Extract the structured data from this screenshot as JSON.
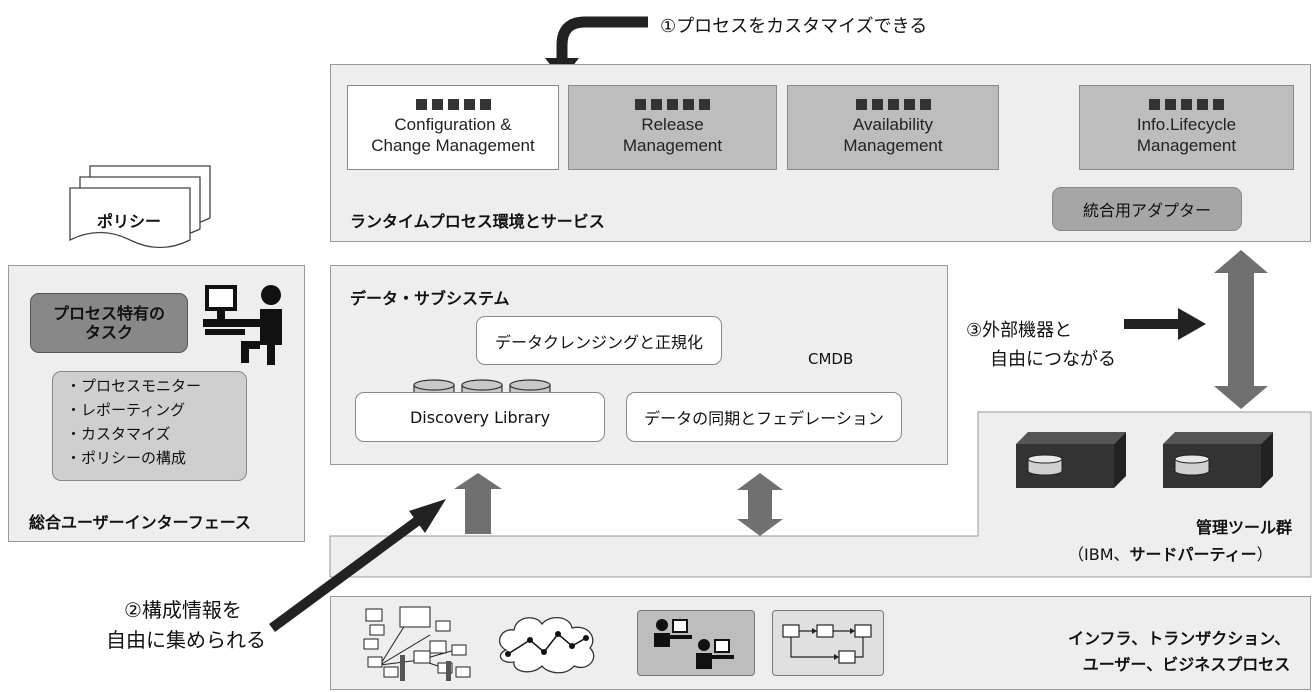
{
  "annotations": {
    "customize": "①プロセスをカスタマイズできる",
    "external_line1": "③外部機器と",
    "external_line2": "自由につながる",
    "collect_line1": "②構成情報を",
    "collect_line2": "自由に集められる"
  },
  "policy": {
    "label": "ポリシー"
  },
  "ui_panel": {
    "task_line1": "プロセス特有の",
    "task_line2": "タスク",
    "features": [
      "・プロセスモニター",
      "・レポーティング",
      "・カスタマイズ",
      "・ポリシーの構成"
    ],
    "title": "総合ユーザーインターフェース"
  },
  "runtime": {
    "modules": [
      {
        "line1": "Configuration &",
        "line2": "Change Management"
      },
      {
        "line1": "Release",
        "line2": "Management"
      },
      {
        "line1": "Availability",
        "line2": "Management"
      },
      {
        "line1": "Info.Lifecycle",
        "line2": "Management"
      }
    ],
    "adapter": "統合用アダプター",
    "title": "ランタイムプロセス環境とサービス"
  },
  "data_subsystem": {
    "title": "データ・サブシステム",
    "cleansing": "データクレンジングと正規化",
    "cmdb": "CMDB",
    "discovery": "Discovery Library",
    "sync": "データの同期とフェデレーション"
  },
  "tools": {
    "line1": "管理ツール群",
    "line2_open": "（",
    "line2_ibm": "IBM、",
    "line2_rest": "サードパーティー",
    "line2_close": "）"
  },
  "infra": {
    "line1": "インフラ、トランザクション、",
    "line2": "ユーザー、ビジネスプロセス"
  },
  "colors": {
    "panel": "#eeeeee",
    "dark_box": "#bdbdbd",
    "arrow_grey": "#707070",
    "arrow_black": "#222222"
  }
}
